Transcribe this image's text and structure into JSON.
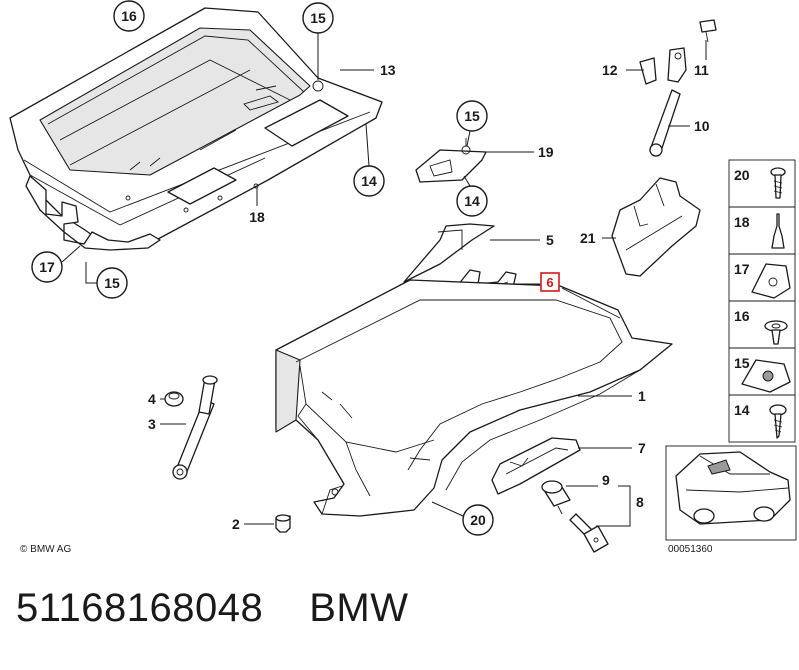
{
  "callouts": {
    "c1": "1",
    "c2": "2",
    "c3": "3",
    "c4": "4",
    "c5": "5",
    "c6": "6",
    "c7": "7",
    "c8": "8",
    "c9": "9",
    "c10": "10",
    "c11": "11",
    "c12": "12",
    "c13": "13",
    "c14a": "14",
    "c14b": "14",
    "c15a": "15",
    "c15b": "15",
    "c15c": "15",
    "c16": "16",
    "c17": "17",
    "c18": "18",
    "c19": "19",
    "c20": "20",
    "c21": "21"
  },
  "highlighted_part": "6",
  "highlight_color": "#d11a1a",
  "legend": [
    "20",
    "18",
    "17",
    "16",
    "15",
    "14"
  ],
  "copyright": "© BMW AG",
  "drawing_number": "00051360",
  "caption": {
    "part_number": "51168168048",
    "brand": "BMW"
  }
}
